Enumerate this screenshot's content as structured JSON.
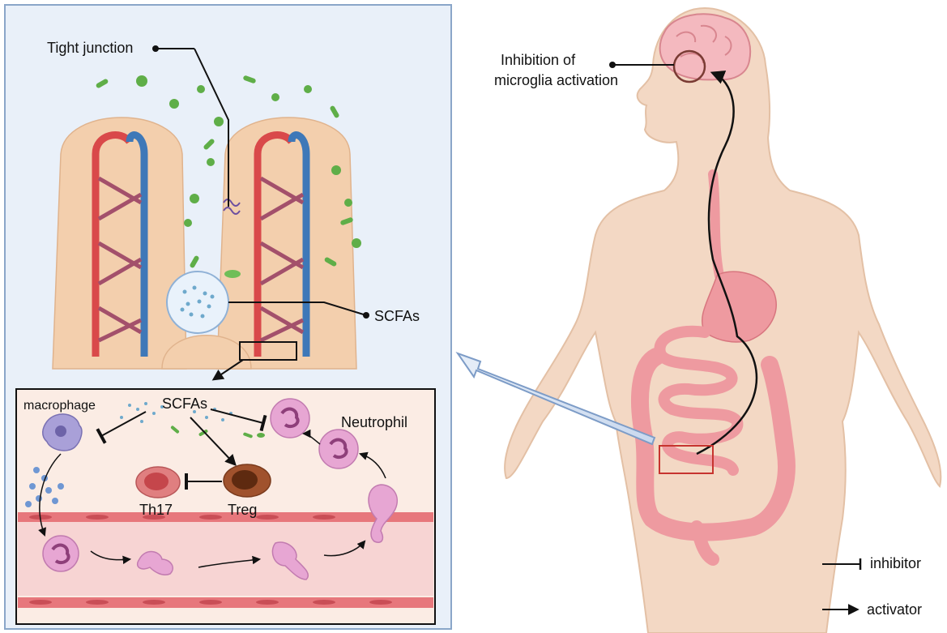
{
  "labels": {
    "tight_junction": "Tight junction",
    "scfas_villus": "SCFAs",
    "scfas_inset": "SCFAs",
    "macrophage": "macrophage",
    "neutrophil": "Neutrophil",
    "th17": "Th17",
    "treg": "Treg",
    "microglia_line1": "Inhibition of",
    "microglia_line2": "microglia activation"
  },
  "legend": {
    "inhibitor": "inhibitor",
    "activator": "activator"
  },
  "colors": {
    "panel_bg": "#e9f0f9",
    "panel_border": "#8aa6c9",
    "epithelium": "#f3cfad",
    "artery": "#d9494a",
    "vein": "#3e78b8",
    "body_skin": "#f3d8c4",
    "gut": "#ee9aa0",
    "lumen_bg": "#fbece4",
    "bacteria": "#5fae48",
    "scfa_dots": "#6ea9cc"
  }
}
